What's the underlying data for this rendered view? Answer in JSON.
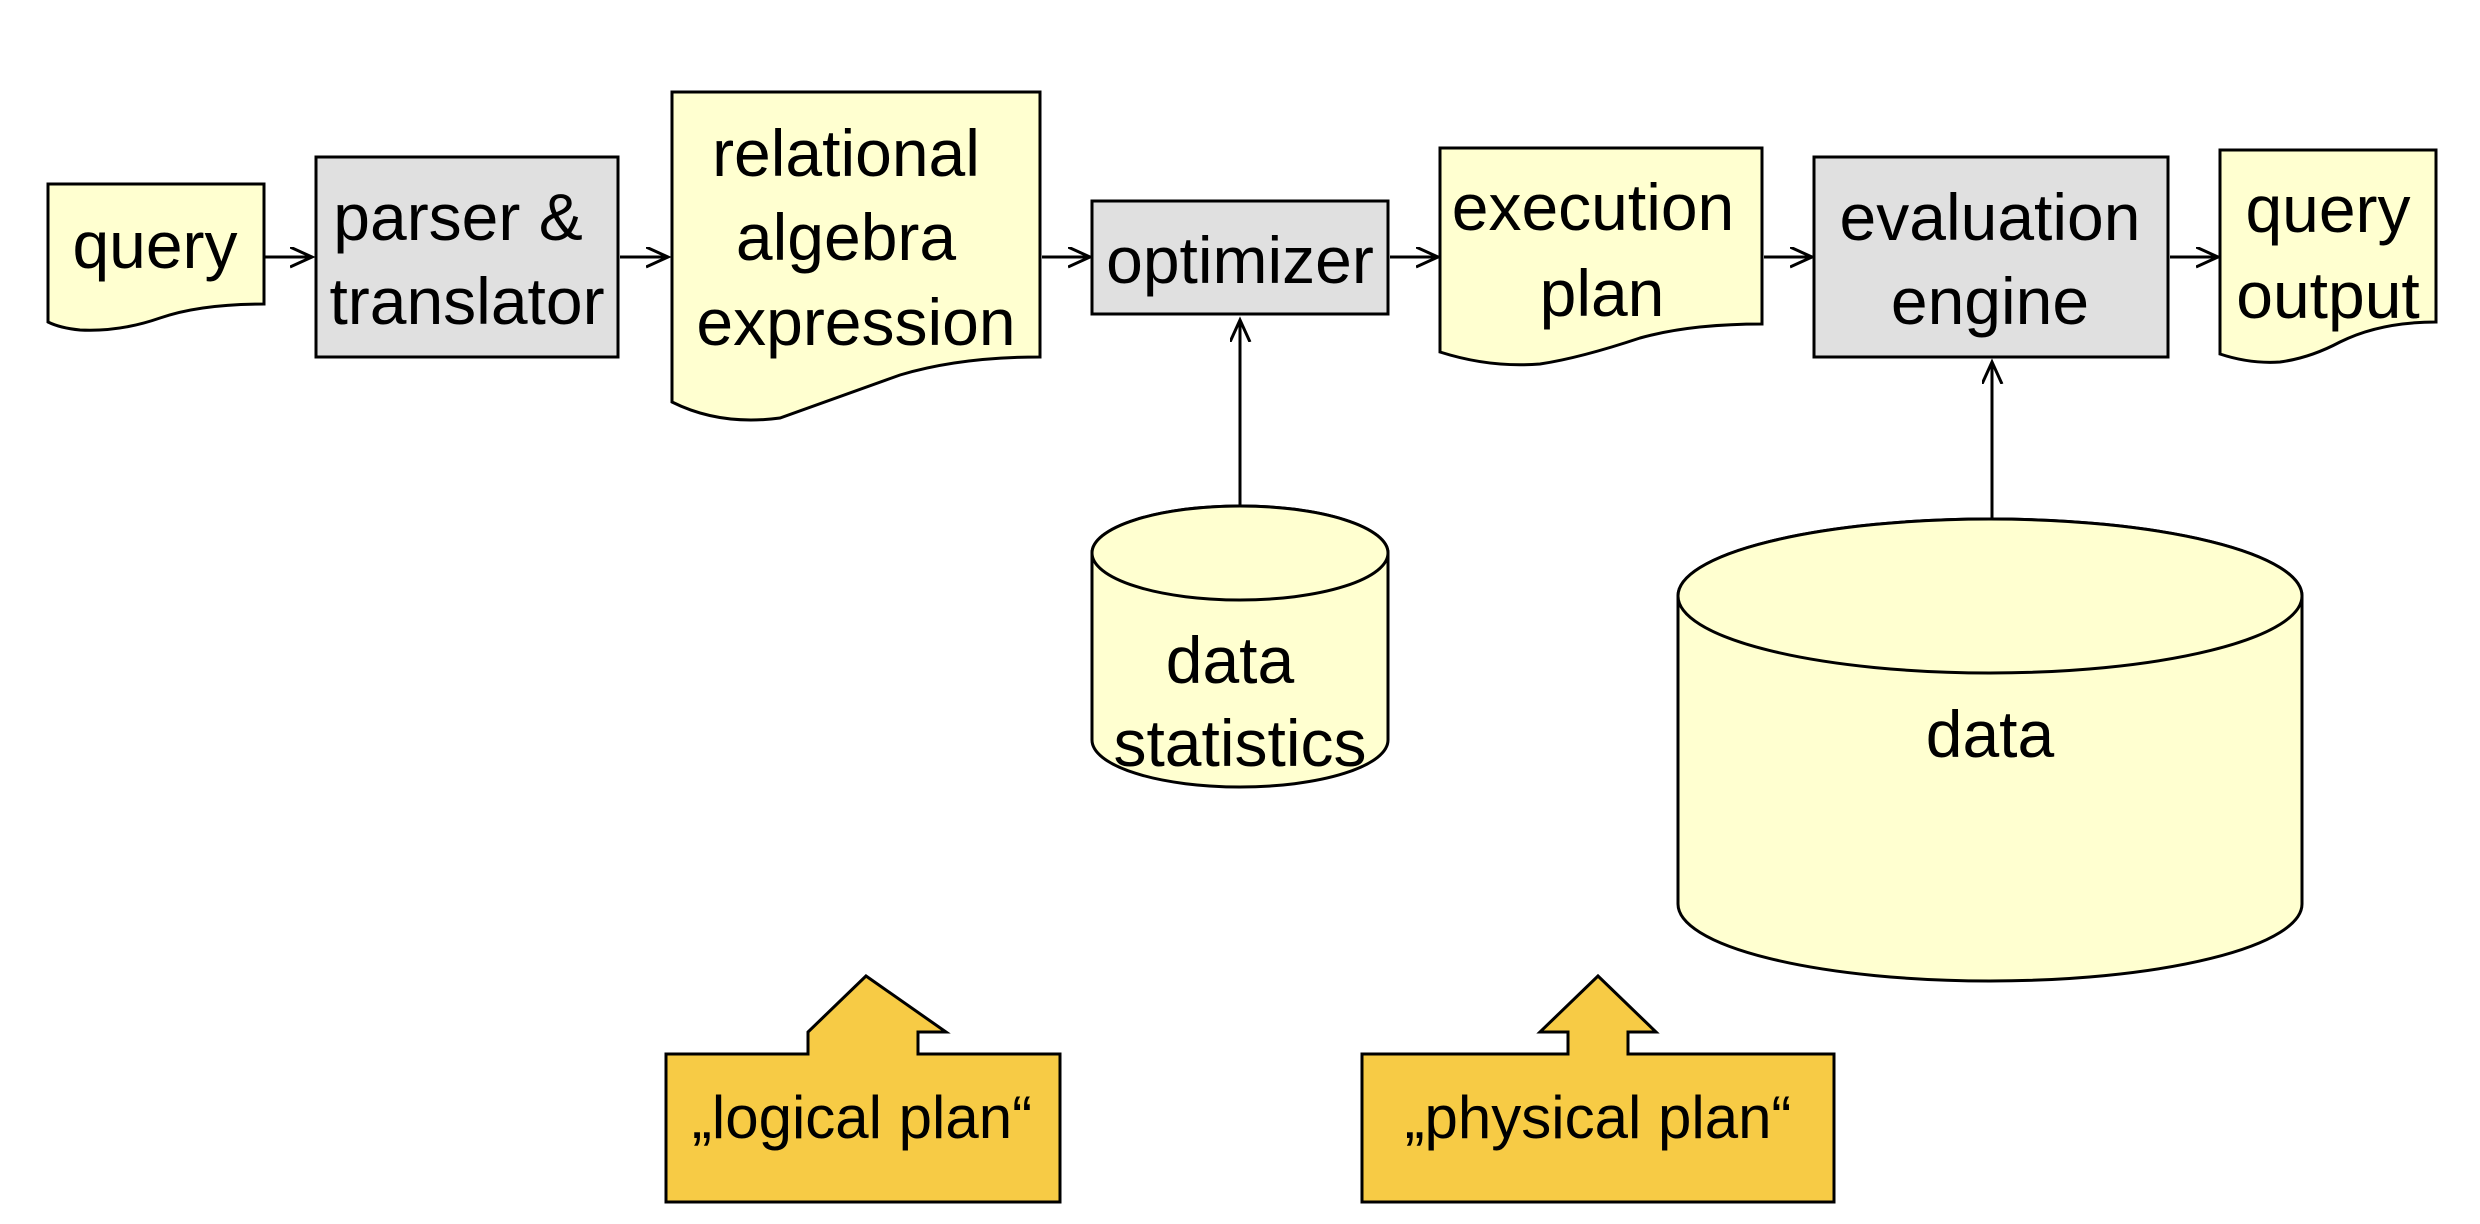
{
  "colors": {
    "document_fill": "#FFFFD0",
    "process_fill": "#E0E0E0",
    "callout_fill": "#F7CB45",
    "stroke": "#000000",
    "background": "#FFFFFF"
  },
  "nodes": {
    "query": {
      "shape": "document",
      "lines": [
        "query"
      ]
    },
    "parser_translator": {
      "shape": "process",
      "lines": [
        "parser &",
        "translator"
      ]
    },
    "relational_algebra_expression": {
      "shape": "document",
      "lines": [
        "relational",
        "algebra",
        "expression"
      ]
    },
    "optimizer": {
      "shape": "process",
      "lines": [
        "optimizer"
      ]
    },
    "execution_plan": {
      "shape": "document",
      "lines": [
        "execution",
        "plan"
      ]
    },
    "evaluation_engine": {
      "shape": "process",
      "lines": [
        "evaluation",
        "engine"
      ]
    },
    "query_output": {
      "shape": "document",
      "lines": [
        "query",
        "output"
      ]
    },
    "data_statistics": {
      "shape": "cylinder",
      "lines": [
        "data",
        "statistics"
      ]
    },
    "data": {
      "shape": "cylinder",
      "lines": [
        "data"
      ]
    }
  },
  "callouts": {
    "logical_plan": {
      "label": "„logical plan“",
      "points_to": "relational_algebra_expression"
    },
    "physical_plan": {
      "label": "„physical plan“",
      "points_to": "execution_plan"
    }
  },
  "edges": [
    {
      "from": "query",
      "to": "parser_translator"
    },
    {
      "from": "parser_translator",
      "to": "relational_algebra_expression"
    },
    {
      "from": "relational_algebra_expression",
      "to": "optimizer"
    },
    {
      "from": "optimizer",
      "to": "execution_plan"
    },
    {
      "from": "execution_plan",
      "to": "evaluation_engine"
    },
    {
      "from": "evaluation_engine",
      "to": "query_output"
    },
    {
      "from": "data_statistics",
      "to": "optimizer"
    },
    {
      "from": "data",
      "to": "evaluation_engine"
    }
  ]
}
